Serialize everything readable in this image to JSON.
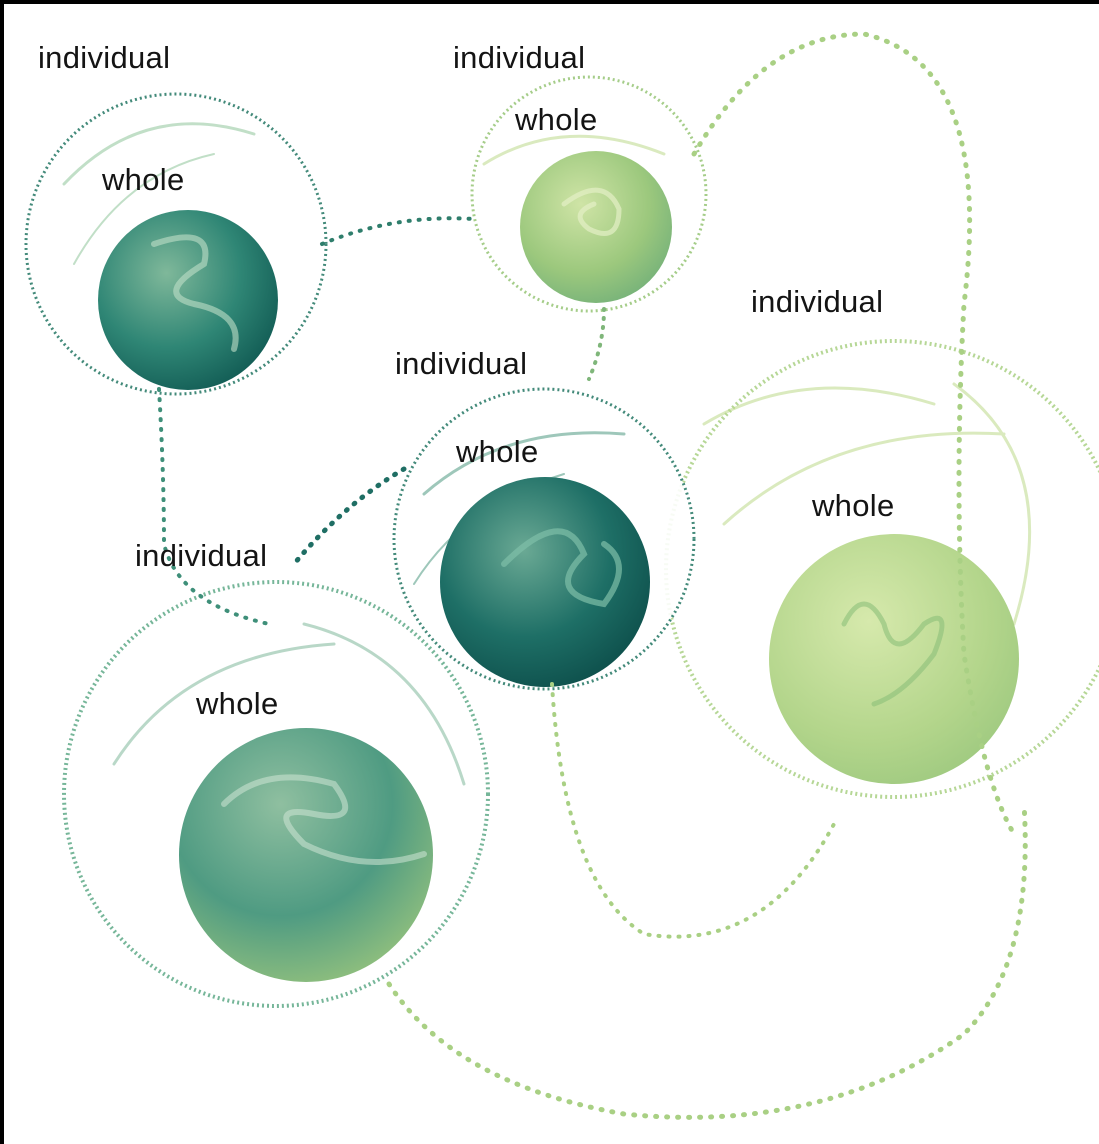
{
  "palette": {
    "dark_teal": "#0f5a55",
    "mid_teal": "#2f8a78",
    "sea_green": "#5aa886",
    "light_green": "#9cc879",
    "pale_green": "#bcd98a",
    "background": "#ffffff",
    "frame": "#000000",
    "label_text": "#141414"
  },
  "spheres": [
    {
      "id": "sphere-top-left",
      "outer_label": "individual",
      "inner_label": "whole",
      "outer_color": "#1f6e64",
      "inner_color": "#1a6c62"
    },
    {
      "id": "sphere-top-center",
      "outer_label": "individual",
      "inner_label": "whole",
      "outer_color": "#93c37b",
      "inner_color": "#7fb67a"
    },
    {
      "id": "sphere-middle",
      "outer_label": "individual",
      "inner_label": "whole",
      "outer_color": "#2f7e6c",
      "inner_color": "#0f5753"
    },
    {
      "id": "sphere-right-large",
      "outer_label": "individual",
      "inner_label": "whole",
      "outer_color": "#a7cf83",
      "inner_color": "#b4d68a"
    },
    {
      "id": "sphere-bottom-left",
      "outer_label": "individual",
      "inner_label": "whole",
      "outer_color": "#5ea987",
      "inner_color": "#3e8f79"
    }
  ]
}
